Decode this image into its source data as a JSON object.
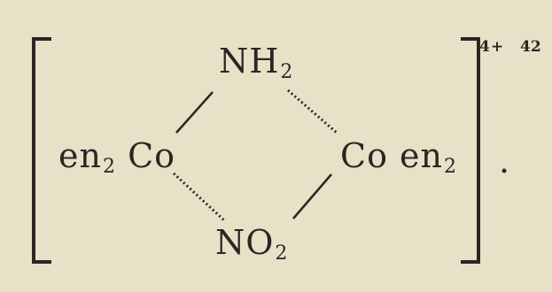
{
  "formula": {
    "top_group": {
      "base": "NH",
      "subscript": "2"
    },
    "bottom_group": {
      "base": "NO",
      "subscript": "2"
    },
    "left_group": {
      "ligand": "en",
      "ligand_subscript": "2",
      "metal": "Co"
    },
    "right_group": {
      "metal": "Co",
      "ligand": "en",
      "ligand_subscript": "2"
    },
    "charge": "4+",
    "reference": "42",
    "terminal_period": "."
  }
}
